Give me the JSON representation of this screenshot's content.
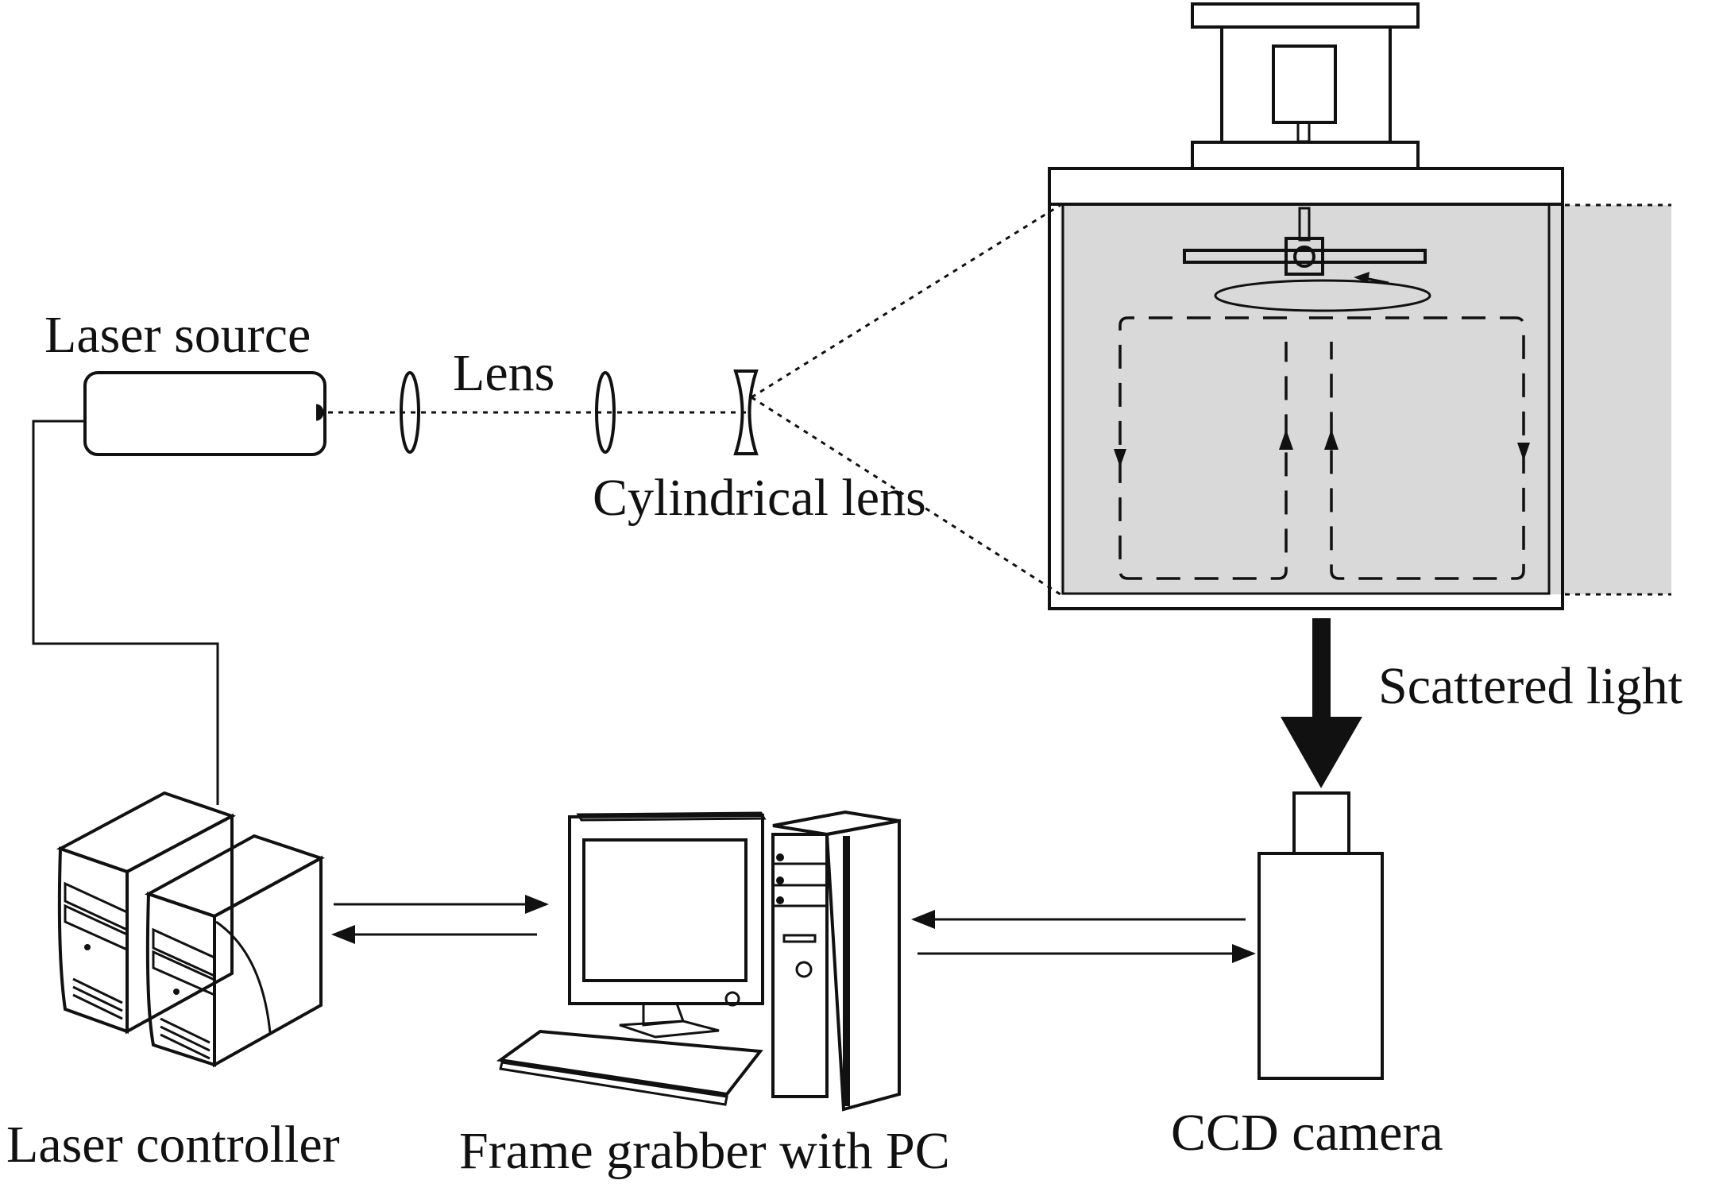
{
  "labels": {
    "laser_source": "Laser source",
    "lens": "Lens",
    "cylindrical_lens": "Cylindrical lens",
    "scattered_light": "Scattered light",
    "laser_controller": "Laser controller",
    "frame_grabber": "Frame grabber with PC",
    "ccd_camera": "CCD camera"
  },
  "colors": {
    "ink": "#111111",
    "laser_sheet": "#d9d9d9",
    "device_body": "#d0d0d0",
    "background": "#ffffff"
  }
}
